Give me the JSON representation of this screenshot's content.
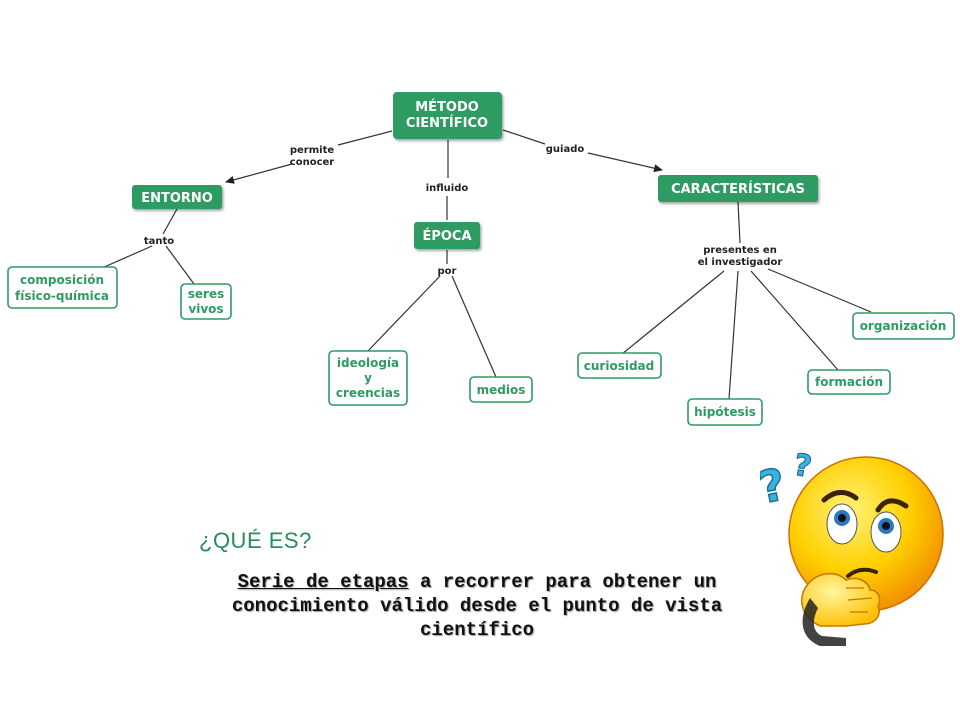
{
  "concept_map": {
    "root": "MÉTODO CIENTÍFICO",
    "nodes": {
      "entorno": "ENTORNO",
      "epoca": "ÉPOCA",
      "caracteristicas": "CARACTERÍSTICAS"
    },
    "leaves": {
      "composicion": [
        "composición",
        "físico-química"
      ],
      "seres_vivos": [
        "seres",
        "vivos"
      ],
      "ideologia": [
        "ideología",
        "y",
        "creencias"
      ],
      "medios": "medios",
      "curiosidad": "curiosidad",
      "hipotesis": "hipótesis",
      "formacion": "formación",
      "organizacion": "organización"
    },
    "links": {
      "permite_conocer": [
        "permite",
        "conocer"
      ],
      "influido": "influido",
      "guiado": "guiado",
      "tanto": "tanto",
      "por": "por",
      "presentes": [
        "presentes en",
        "el investigador"
      ]
    }
  },
  "heading": "¿QUÉ ES?",
  "definition": {
    "underlined": "Serie de etapas",
    "rest": " a recorrer para obtener un conocimiento válido desde el punto de vista científico"
  },
  "decoration": {
    "icon": "thinking-face-icon",
    "colors": {
      "accent_green": "#2e9b63",
      "face_yellow": "#ffd000",
      "question_mark_blue": "#39b3e6"
    }
  }
}
